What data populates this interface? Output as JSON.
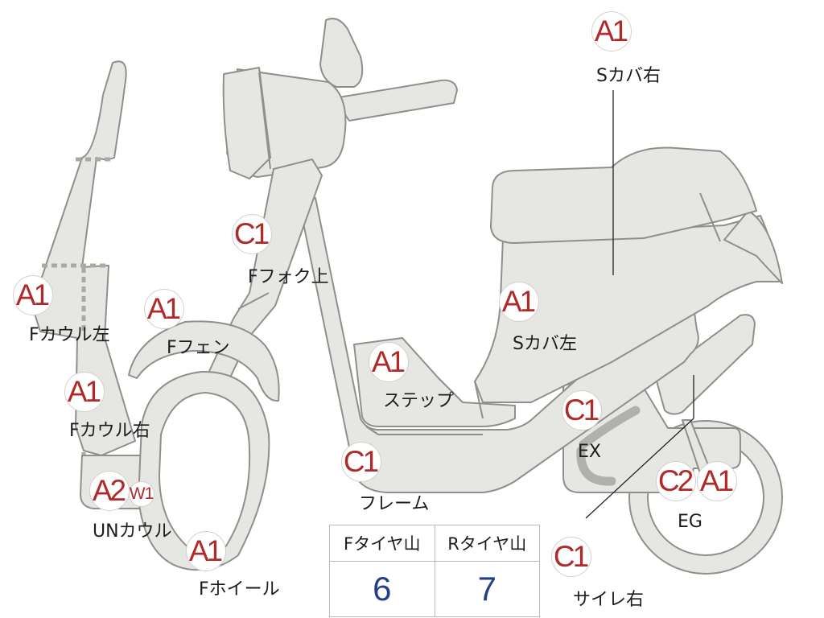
{
  "parts": [
    {
      "id": "s-cover-right",
      "code": "A1",
      "label": "Sカバ右"
    },
    {
      "id": "f-fork-upper",
      "code": "C1",
      "label": "Fフォク上"
    },
    {
      "id": "f-cowl-left",
      "code": "A1",
      "label": "Fカウル左"
    },
    {
      "id": "f-fender",
      "code": "A1",
      "label": "Fフェン"
    },
    {
      "id": "s-cover-left",
      "code": "A1",
      "label": "Sカバ左"
    },
    {
      "id": "step",
      "code": "A1",
      "label": "ステップ"
    },
    {
      "id": "f-cowl-right",
      "code": "A1",
      "label": "Fカウル右"
    },
    {
      "id": "ex",
      "code": "C1",
      "label": "EX"
    },
    {
      "id": "frame",
      "code": "C1",
      "label": "フレーム"
    },
    {
      "id": "un-cowl",
      "codes": [
        "A2",
        "W1"
      ],
      "label": "UNカウル"
    },
    {
      "id": "eg",
      "codes": [
        "C2",
        "A1"
      ],
      "label": "EG"
    },
    {
      "id": "f-wheel",
      "code": "A1",
      "label": "Fホイール"
    },
    {
      "id": "side-reflector-right",
      "code": "C1",
      "label": "サイレ右"
    }
  ],
  "tire_table": {
    "headers": [
      "Fタイヤ山",
      "Rタイヤ山"
    ],
    "values": [
      "6",
      "7"
    ]
  },
  "colors": {
    "part_fill": "#e6e6e2",
    "part_outline": "#8f8f8c",
    "code_text": "#b02a2a",
    "tire_value_text": "#233f8c"
  }
}
